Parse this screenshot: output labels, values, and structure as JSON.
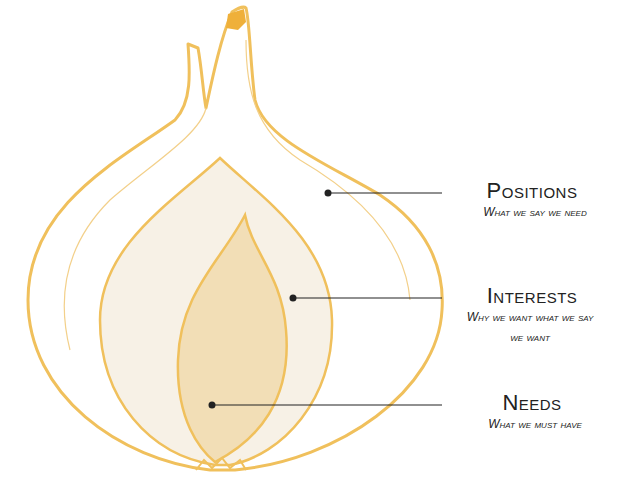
{
  "diagram": {
    "labels": [
      "Positions",
      "What we say we need",
      "Interests",
      "Why we want what we say we want",
      "Needs",
      "What we must have"
    ]
  }
}
